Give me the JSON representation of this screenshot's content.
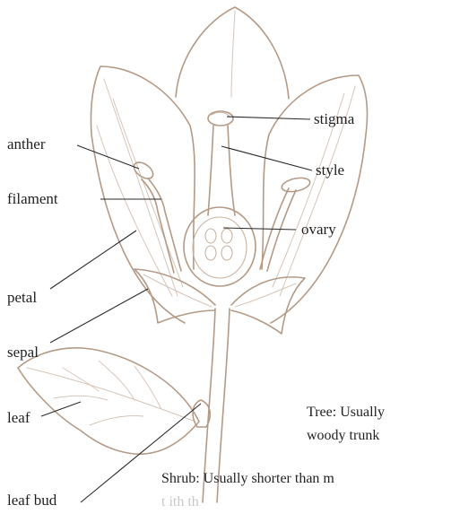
{
  "labels": {
    "stigma": "stigma",
    "style": "style",
    "ovary": "ovary",
    "anther": "anther",
    "filament": "filament",
    "petal": "petal",
    "sepal": "sepal",
    "leaf": "leaf",
    "leaf_bud": "leaf bud"
  },
  "notes": {
    "tree_line1": "Tree: Usually",
    "tree_line2": "woody trunk",
    "shrub_line1": "Shrub: Usually shorter than m",
    "shrub_line2": "t                ith              th"
  },
  "colors": {
    "sketch_line": "#b49a86",
    "label_text": "#1f1f1f",
    "leader_line": "#2a2a2a"
  }
}
